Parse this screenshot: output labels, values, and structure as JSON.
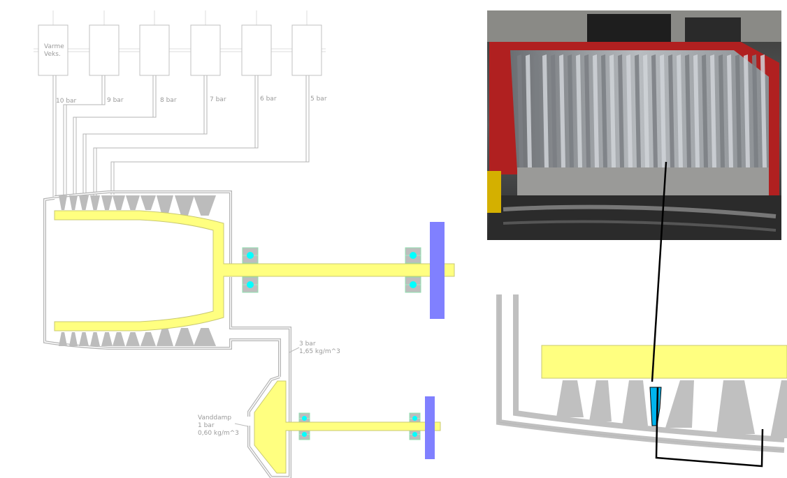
{
  "heat_exchangers": {
    "first_label_line1": "Varme",
    "first_label_line2": "Veks.",
    "pressures": [
      "10 bar",
      "9 bar",
      "8 bar",
      "7 bar",
      "6 bar",
      "5 bar"
    ]
  },
  "exhaust_label": {
    "line1": "3 bar",
    "line2": "1,65 kg/m^3"
  },
  "steam_label": {
    "line1": "Vanddamp",
    "line2": "1 bar",
    "line3": "0,60 kg/m^3"
  },
  "colors": {
    "rotor": "#ffff80",
    "casing": "#b4b4b4",
    "bearing_ball": "#00ffff",
    "disc": "#8080ff",
    "highlight_blade": "#00b4ee"
  }
}
